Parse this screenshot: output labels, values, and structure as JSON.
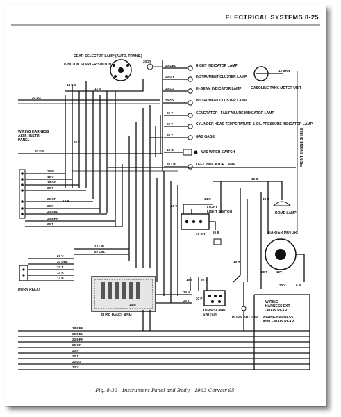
{
  "header": {
    "title": "ELECTRICAL SYSTEMS 8-25"
  },
  "caption": "Fig. 8-36—Instrument Panel and Body—1963 Corvair 95",
  "components": {
    "gear_selector_lamp": "GEAR SELECTOR LAMP (AUTO. TRANS.)",
    "ignition_switch": "IGNITION STARTER SWITCH",
    "right_indicator": "RIGHT INDICATOR LAMP",
    "cluster_lamp_1": "INSTRUMENT CLUSTER LAMP",
    "hibeam": "HI-BEAM INDICATOR LAMP",
    "cluster_lamp_2": "INSTRUMENT CLUSTER LAMP",
    "generator": "GENERATOR / FAN FAILURE INDICATOR LAMP",
    "cylinder": "CYLINDER HEAD TEMPERATURE & OIL PRESSURE INDICATOR LAMP",
    "gas_gage": "GAS GAGE",
    "wiper": "W/S WIPER SWITCH",
    "left_indicator": "LEFT INDICATOR LAMP",
    "gas_tank": "GASOLINE TANK METER UNIT",
    "front_shield": "FRONT ENGINE SHIELD",
    "harness_instr": "WIRING HARNESS ASM.- INSTR. PANEL",
    "light_switch": "LIGHT SWITCH",
    "dome_lamp": "DOME LAMP",
    "starter_motor": "STARTER MOTOR",
    "horn_relay": "HORN RELAY",
    "fuse_panel": "FUSE PANEL ASM.",
    "turn_signal": "TURN SIGNAL SWITCH",
    "horn_button": "HORN BUTTON",
    "harness_ext": "WIRING HARNESS EXT. - MAIN REAR",
    "harness_main": "WIRING HARNESS ASM. - MAIN REAR"
  },
  "wire_labels": {
    "w20lg": "20 LG",
    "w14dg": "14 DG",
    "w12v": "12 V",
    "w20dbl_a": "20 DBL",
    "w20gy_a": "20 GY",
    "w20lg_b": "20 LG",
    "w20gy_b": "20 GY",
    "w20t_a": "20 T",
    "w20t_b": "20 T",
    "w20t_c": "20 T",
    "w18n": "18 N",
    "w20lbl": "20 LBL",
    "w12brn": "12 BRN",
    "w20dbl_b": "20 DBL",
    "w18b_a": "18 B",
    "w18b_b": "18 B",
    "w14r": "14 R",
    "w20v_a": "20 V",
    "w16or": "16 OR",
    "w20b": "20 B",
    "w20t_d": "20 T",
    "w18r": "18 R",
    "w16v": "16 V",
    "w20v_b": "20 V",
    "w20p": "20 P",
    "w20t_e": "20 T",
    "w12v_b": "12V",
    "w6b": "6 B",
    "w20v_c": "20 V",
    "w14lbl": "14 LBL",
    "w20lbl_b": "20 LBL",
    "w20v_d": "20 V",
    "w20t_f": "20 T",
    "w14r_b": "14 R",
    "w14b": "14 B"
  },
  "connector_left": [
    "20 N",
    "12 V",
    "18 DG",
    "20 T",
    "20 OR",
    "20 P",
    "20 DBL",
    "20 BRN",
    "20 T"
  ],
  "horn_relay_wires": [
    "20 V",
    "20 DBL",
    "20 T",
    "14 R",
    "14 B"
  ],
  "bottom_bundle": [
    "18 BRN",
    "20 DBL",
    "20 BRN",
    "20 OR",
    "20 P",
    "20 T",
    "20 LG",
    "12 V"
  ]
}
